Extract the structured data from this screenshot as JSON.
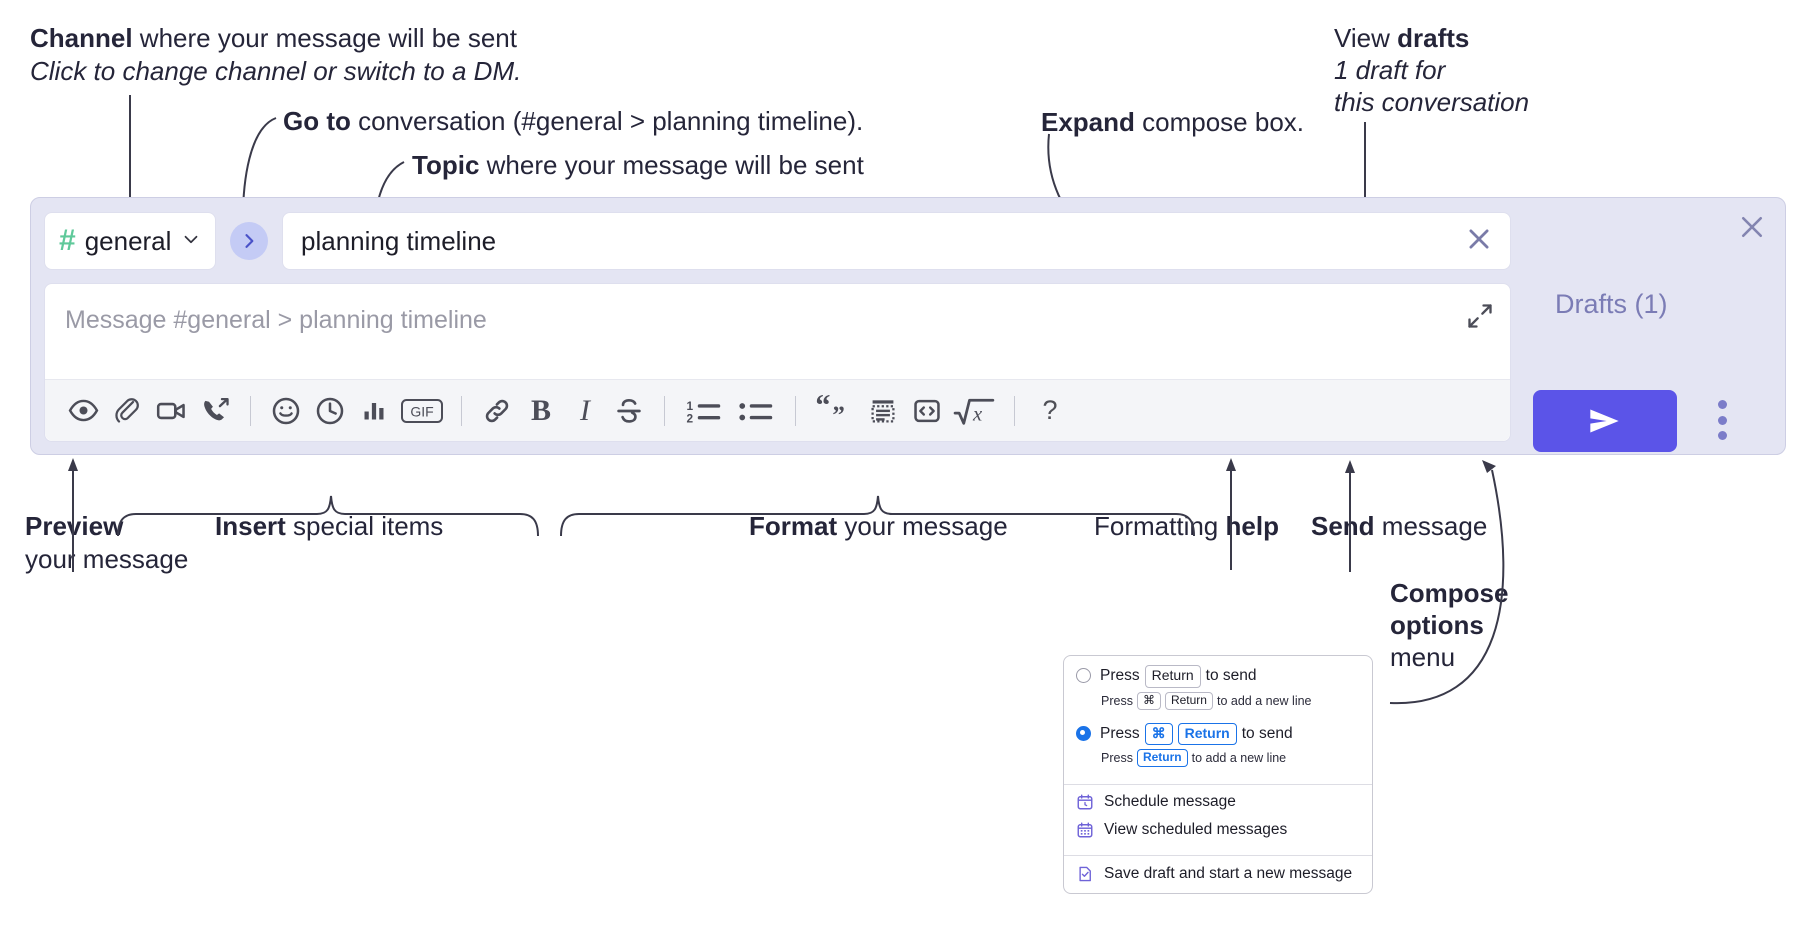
{
  "annotations": {
    "channel": {
      "bold": "Channel",
      "rest": " where your message will be sent",
      "italic": "Click to change channel or switch to a DM."
    },
    "goto": {
      "bold": "Go to",
      "rest": " conversation (#general > planning timeline)."
    },
    "topic": {
      "bold": "Topic",
      "rest": " where your message will be sent"
    },
    "expand": {
      "bold": "Expand",
      "rest": " compose box."
    },
    "drafts": {
      "bold_prefix": "View ",
      "bold": "drafts",
      "italic_l1": "1 draft for",
      "italic_l2": "this conversation"
    },
    "preview": {
      "bold": "Preview",
      "line2": "your message"
    },
    "insert": {
      "bold": "Insert",
      "rest": " special items"
    },
    "format": {
      "bold": "Format",
      "rest": " your message"
    },
    "formatting_help": {
      "rest": "Formatting ",
      "bold": "help"
    },
    "send": {
      "bold": "Send",
      "rest": " message"
    },
    "compose_options": {
      "bold_l1": "Compose",
      "bold_l2": "options",
      "l3": "menu"
    }
  },
  "compose": {
    "channel_chip": {
      "hash": "#",
      "label": "general",
      "icon": "chevron-down-icon"
    },
    "goto_button_icon": "chevron-right-icon",
    "topic_input": {
      "value": "planning timeline",
      "clear_icon": "close-icon"
    },
    "message_input": {
      "placeholder": "Message #general > planning timeline",
      "value": ""
    },
    "expand_icon": "expand-diagonal-icon",
    "drafts_label": "Drafts (1)",
    "close_icon": "close-icon",
    "send_icon": "paper-plane-icon",
    "overflow_icon": "three-dots-vertical-icon",
    "toolbar": [
      {
        "name": "preview-icon",
        "label": "Preview"
      },
      {
        "name": "attachment-icon",
        "label": "Attach file"
      },
      {
        "name": "video-camera-icon",
        "label": "Video clip"
      },
      {
        "name": "phone-forward-icon",
        "label": "Audio clip"
      },
      {
        "name": "separator",
        "label": ""
      },
      {
        "name": "emoji-icon",
        "label": "Emoji"
      },
      {
        "name": "clock-icon",
        "label": "Reminder"
      },
      {
        "name": "bar-chart-icon",
        "label": "Poll"
      },
      {
        "name": "gif-icon",
        "label": "GIF"
      },
      {
        "name": "separator",
        "label": ""
      },
      {
        "name": "link-icon",
        "label": "Link"
      },
      {
        "name": "bold-icon",
        "label": "Bold"
      },
      {
        "name": "italic-icon",
        "label": "Italic"
      },
      {
        "name": "strikethrough-icon",
        "label": "Strikethrough"
      },
      {
        "name": "separator",
        "label": ""
      },
      {
        "name": "ordered-list-icon",
        "label": "Numbered list"
      },
      {
        "name": "bullet-list-icon",
        "label": "Bulleted list"
      },
      {
        "name": "separator",
        "label": ""
      },
      {
        "name": "blockquote-icon",
        "label": "Blockquote"
      },
      {
        "name": "code-block-icon",
        "label": "Code block"
      },
      {
        "name": "code-icon",
        "label": "Code"
      },
      {
        "name": "math-icon",
        "label": "Math"
      },
      {
        "name": "separator",
        "label": ""
      },
      {
        "name": "help-icon",
        "label": "?"
      }
    ],
    "gif_label": "GIF",
    "bold_label": "B",
    "italic_label": "I",
    "help_label": "?"
  },
  "menu": {
    "options": [
      {
        "selected": false,
        "main": [
          {
            "t": "text",
            "v": "Press"
          },
          {
            "t": "key",
            "v": "Return"
          },
          {
            "t": "text",
            "v": "to send"
          }
        ],
        "sub": [
          {
            "t": "text",
            "v": "Press"
          },
          {
            "t": "key",
            "v": "⌘"
          },
          {
            "t": "key",
            "v": "Return"
          },
          {
            "t": "text",
            "v": "to add a new line"
          }
        ]
      },
      {
        "selected": true,
        "main": [
          {
            "t": "text",
            "v": "Press"
          },
          {
            "t": "keyblue",
            "v": "⌘"
          },
          {
            "t": "keyblue",
            "v": "Return"
          },
          {
            "t": "text",
            "v": "to send"
          }
        ],
        "sub": [
          {
            "t": "text",
            "v": "Press"
          },
          {
            "t": "keyblue",
            "v": "Return"
          },
          {
            "t": "text",
            "v": "to add a new line"
          }
        ]
      }
    ],
    "items": [
      {
        "icon": "calendar-clock-icon",
        "label": "Schedule message"
      },
      {
        "icon": "calendar-grid-icon",
        "label": "View scheduled messages"
      },
      {
        "icon": "document-check-icon",
        "label": "Save draft and start a new message"
      }
    ]
  },
  "colors": {
    "panel_bg": "#e4e5f3",
    "send_purple": "#5b54e8",
    "hash_green": "#5fc99a",
    "goto_blue": "#c4cbf5",
    "drafts_text": "#7b7cb5",
    "radio_blue": "#1a73e8",
    "menu_icon_purple": "#6f63d8"
  }
}
